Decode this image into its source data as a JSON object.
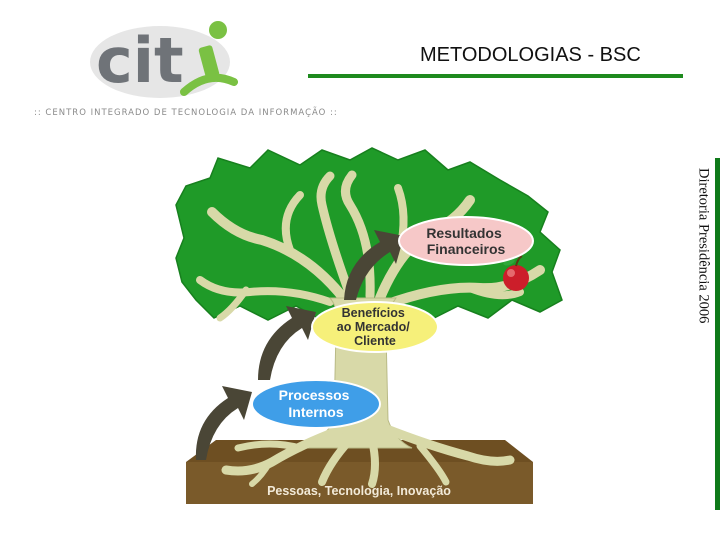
{
  "header": {
    "logo_text": "cit",
    "logo_tagline": ":: CENTRO INTEGRADO DE TECNOLOGIA DA INFORMAÇÃO ::",
    "title": "METODOLOGIAS - BSC"
  },
  "sidebar": {
    "vertical_text": "Diretoria Presidência 2006"
  },
  "diagram": {
    "nodes": {
      "financial": [
        "Resultados",
        "Financeiros"
      ],
      "customer": [
        "Benefícios",
        "ao Mercado/",
        "Cliente"
      ],
      "internal": [
        "Processos",
        "Internos"
      ]
    },
    "ground_label": "Pessoas, Tecnologia, Inovação",
    "colors": {
      "foliage": "#1f9a28",
      "trunk": "#d8d9a8",
      "ground": "#7a5a2a",
      "financial": "#f6c8c8",
      "customer": "#f6f07a",
      "internal": "#3f9ee8",
      "arrow": "#4a4636",
      "apple": "#cc1e2a",
      "accent": "#1e8a1e"
    }
  }
}
